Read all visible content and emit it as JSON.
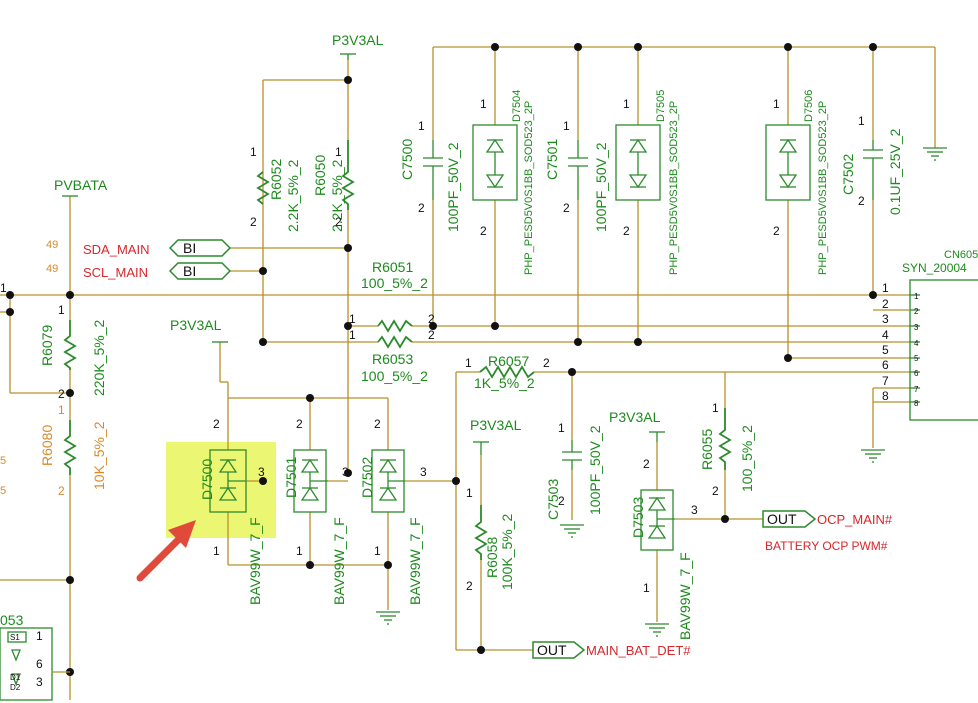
{
  "nets": {
    "p3v3al": "P3V3AL",
    "pvbata": "PVBATA",
    "sda": "SDA_MAIN",
    "scl": "SCL_MAIN",
    "ocp_main": "OCP_MAIN#",
    "ocp_note": "BATTERY OCP PWM#",
    "main_bat_det": "MAIN_BAT_DET#"
  },
  "ports": {
    "bi": "BI",
    "out": "OUT"
  },
  "sheet_refs": {
    "sda": "49",
    "scl": "49"
  },
  "components": {
    "c7500": {
      "ref": "C7500",
      "value": "100PF_50V_2"
    },
    "c7501": {
      "ref": "C7501",
      "value": "100PF_50V_2"
    },
    "c7502": {
      "ref": "C7502",
      "value": "0.1UF_25V_2"
    },
    "c7503": {
      "ref": "C7503",
      "value": "100PF_50V_2"
    },
    "d7504": {
      "ref": "D7504",
      "value": "PHP_PESD5V0S1BB_SOD523_2P"
    },
    "d7505": {
      "ref": "D7505",
      "value": "PHP_PESD5V0S1BB_SOD523_2P"
    },
    "d7506": {
      "ref": "D7506",
      "value": "PHP_PESD5V0S1BB_SOD523_2P"
    },
    "r6052": {
      "ref": "R6052",
      "value": "2.2K_5%_2"
    },
    "r6050": {
      "ref": "R6050",
      "value": "2.2K_5%_2"
    },
    "r6051": {
      "ref": "R6051",
      "value": "100_5%_2"
    },
    "r6053": {
      "ref": "R6053",
      "value": "100_5%_2"
    },
    "r6057": {
      "ref": "R6057",
      "value": "1K_5%_2"
    },
    "r6058": {
      "ref": "R6058",
      "value": "100K_5%_2"
    },
    "r6055": {
      "ref": "R6055",
      "value": "100_5%_2"
    },
    "r6079": {
      "ref": "R6079",
      "value": "220K_5%_2"
    },
    "r6080": {
      "ref": "R6080",
      "value": "10K_5%_2"
    },
    "d7500": {
      "ref": "D7500",
      "value": "BAV99W_7_F"
    },
    "d7501": {
      "ref": "D7501",
      "value": "BAV99W_7_F"
    },
    "d7502": {
      "ref": "D7502",
      "value": "BAV99W_7_F"
    },
    "d7503": {
      "ref": "D7503",
      "value": "BAV99W_7_F"
    },
    "cn605": {
      "ref": "CN605",
      "value": "SYN_20004"
    },
    "u053": {
      "ref": "053"
    }
  },
  "connector_pins": [
    "1",
    "2",
    "3",
    "4",
    "5",
    "6",
    "7",
    "8"
  ],
  "pin_numbers": {
    "one": "1",
    "two": "2",
    "three": "3",
    "six": "6",
    "s1": "S1",
    "d1": "D1",
    "d2": "D2"
  },
  "edge_marks": [
    "5",
    "5"
  ],
  "highlight": {
    "color": "#e8f65a",
    "arrow_color": "#e04a3a"
  }
}
